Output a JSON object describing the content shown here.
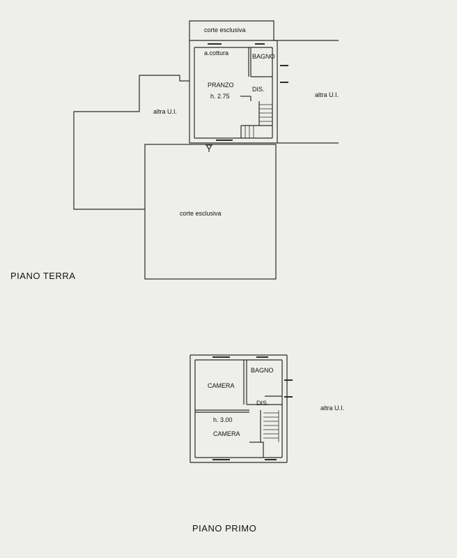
{
  "ground_floor": {
    "title": "PIANO TERRA",
    "rooms": {
      "courtyard_top": "corte esclusiva",
      "kitchenette": "a.cottura",
      "bathroom": "BAGNO",
      "dining": "PRANZO",
      "height": "h. 2.75",
      "hallway": "DIS.",
      "other_unit_left": "altra U.I.",
      "other_unit_right": "altra U.I.",
      "courtyard_main": "corte esclusiva"
    }
  },
  "first_floor": {
    "title": "PIANO PRIMO",
    "rooms": {
      "bathroom": "BAGNO",
      "bedroom_1": "CAMERA",
      "hallway": "DIS.",
      "height": "h. 3.00",
      "bedroom_2": "CAMERA",
      "other_unit": "altra U.I."
    }
  },
  "colors": {
    "line": "#2a2a2a",
    "paper": "#eeeeeb"
  }
}
